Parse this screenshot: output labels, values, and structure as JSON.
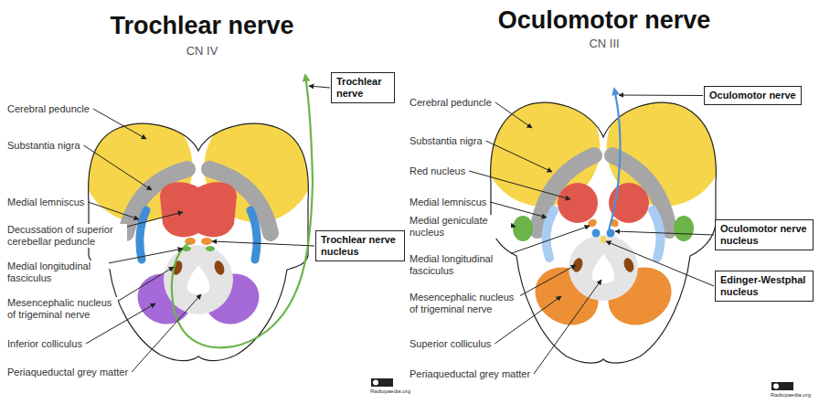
{
  "diagram": {
    "nodes": [
      {
        "text": [
          "Trochlear nerve"
        ]
      },
      {
        "text": [
          "Trochlear nerve nucleus"
        ]
      },
      {
        "text": [
          "Oculomotor nerve"
        ]
      },
      {
        "text": [
          "Oculomotor nerve nucleus"
        ]
      },
      {
        "text": [
          "Edinger-Westphal nucleus"
        ]
      }
    ],
    "labels": [
      "Trochlear nerve",
      "CN IV",
      "Cerebral peduncle",
      "Substantia nigra",
      "Medial lemniscus",
      "Decussation of superior cerebellar peduncle",
      "Medial longitudinal fasciculus",
      "Mesencephalic nucleus of trigeminal nerve",
      "Inferior colliculus",
      "Periaqueductal grey matter",
      "Oculomotor nerve",
      "CN III",
      "Cerebral peduncle",
      "Substantia nigra",
      "Red nucleus",
      "Medial lemniscus",
      "Medial geniculate nucleus",
      "Medial longitudinal fasciculus",
      "Mesencephalic nucleus of trigeminal nerve",
      "Superior colliculus",
      "Periaqueductal grey matter",
      "Radiopaedia.org",
      "Radiopaedia.org"
    ]
  }
}
